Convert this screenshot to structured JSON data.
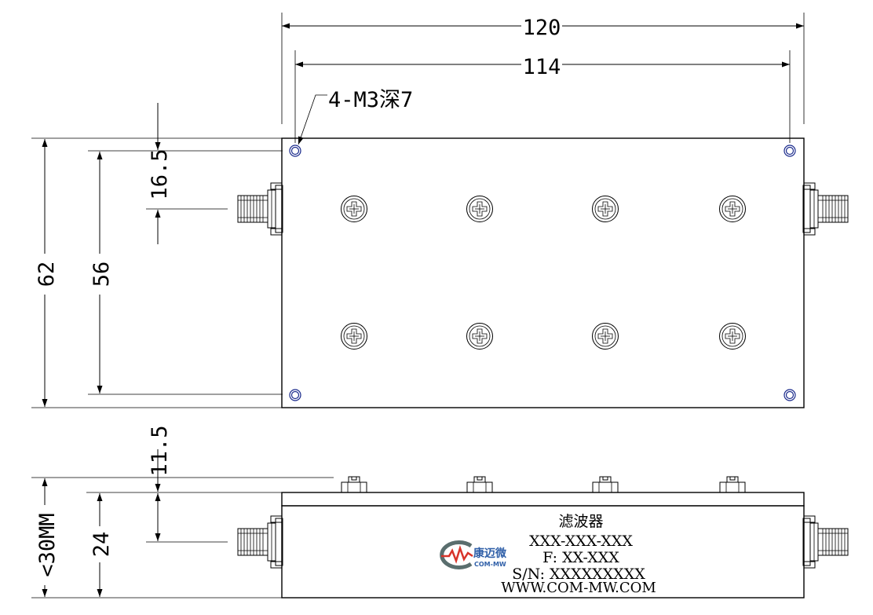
{
  "dimensions": {
    "overall_length": "120",
    "hole_spacing": "114",
    "mounting_holes": "4-M3深7",
    "offset_top": "16.5",
    "height_inner": "56",
    "height_overall": "62",
    "cover_step": "11.5",
    "body_thickness": "24",
    "max_thickness": "<30MM"
  },
  "label": {
    "product_name": "滤波器",
    "model": "XXX-XXX-XXX",
    "frequency": "F: XX-XXX",
    "serial": "S/N: XXXXXXXXX",
    "website": "WWW.COM-MW.COM"
  },
  "logo": {
    "brand_cn": "康迈微",
    "brand_en": "COM-MW"
  },
  "colors": {
    "line": "#000000",
    "hole": "#1a2a8c",
    "logo_ring": "#5a6e6e",
    "logo_wave": "#d8342a",
    "logo_text": "#2f5fa8"
  }
}
